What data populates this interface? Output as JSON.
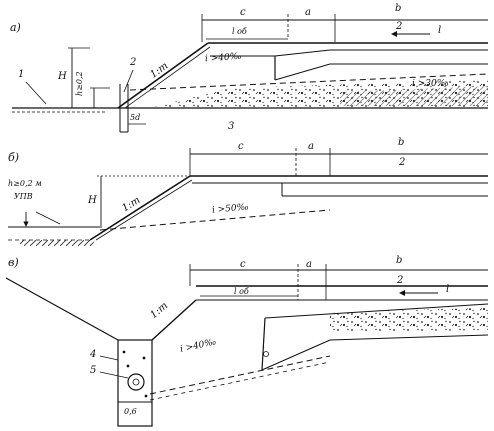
{
  "panel_a": {
    "tag": "а)",
    "callout_1": "1",
    "callout_2": "2",
    "callout_3": "3",
    "H": "H",
    "h_note": "h≥0,2",
    "slope": "1:m",
    "c": "c",
    "l_ob": "l об",
    "a": "a",
    "b": "b",
    "two": "2",
    "l": "l",
    "i_left": "i >40‰",
    "i_right": "i >30‰",
    "five_d": "5d"
  },
  "panel_b": {
    "tag": "б)",
    "H": "H",
    "h_note": "h≥0,2 м",
    "upv": "УПВ",
    "slope": "1:m",
    "c": "c",
    "a": "a",
    "b": "b",
    "two": "2",
    "i": "i >50‰"
  },
  "panel_c": {
    "tag": "в)",
    "callout_4": "4",
    "callout_5": "5",
    "slope": "1:m",
    "c": "c",
    "l_ob": "l об",
    "a": "a",
    "b": "b",
    "two": "2",
    "l": "l",
    "i": "i >40‰",
    "width": "0,6"
  }
}
